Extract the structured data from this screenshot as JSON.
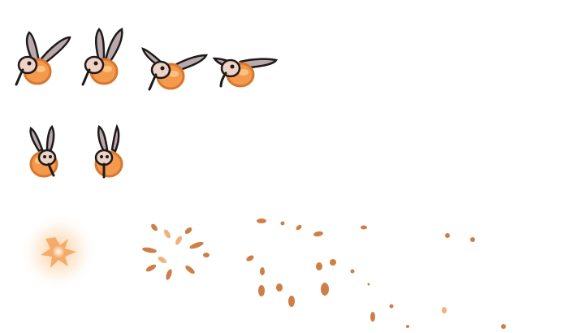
{
  "sprite_sheet": {
    "subject": "mosquito",
    "colors": {
      "body_fill": "#f39a4c",
      "body_shade": "#d9772f",
      "body_highlight": "#fbc27f",
      "head_fill": "#efd2c6",
      "wing_fill": "#b9a9ad",
      "outline": "#1e1a1a",
      "spark_core": "#ffffff",
      "spark_glow": "#f7b879",
      "particle": "#cf7f45",
      "particle_light": "#f0b27d"
    },
    "rows": [
      {
        "name": "flight-side-frames",
        "frame_count": 4
      },
      {
        "name": "flight-front-frames",
        "frame_count": 2
      },
      {
        "name": "impact-effect-frames",
        "frame_count": 3
      }
    ]
  }
}
